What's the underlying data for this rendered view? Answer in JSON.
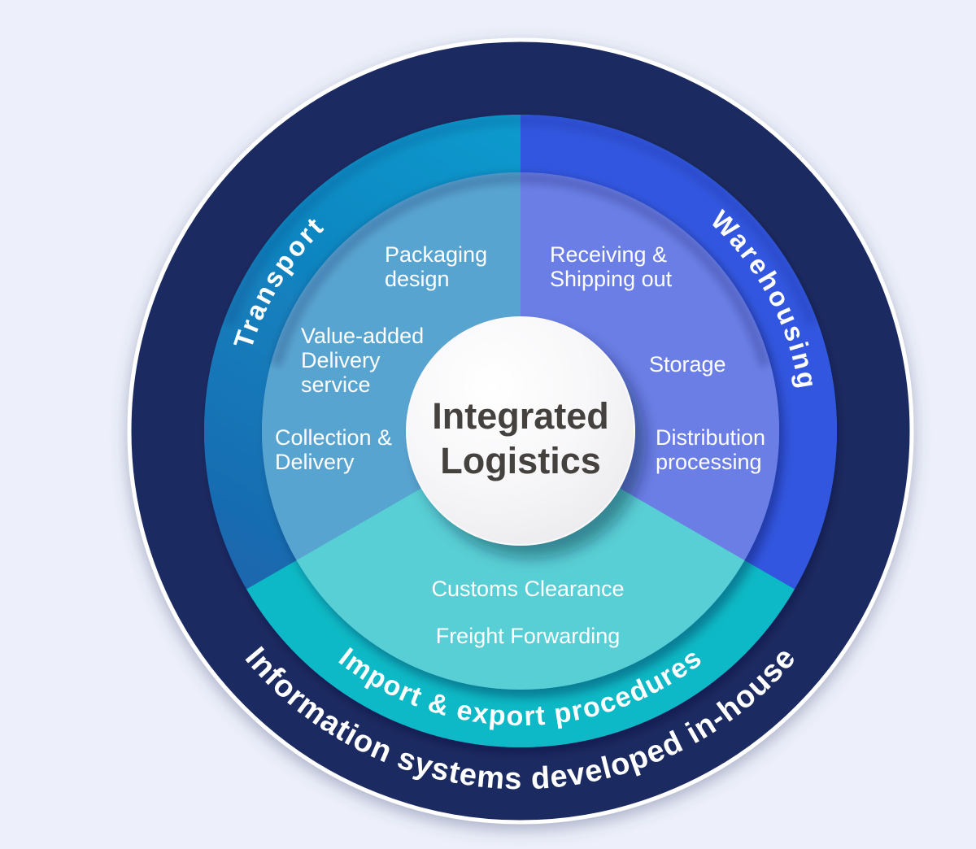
{
  "background": "#edf0fa",
  "colors": {
    "outer_ring": "#1d2a62",
    "outer_ring_outline": "#ffffff",
    "transport_ring_start": "#099bce",
    "transport_ring_end": "#1b66ad",
    "warehousing_ring": "#3056e0",
    "import_ring": "#0eb9c6",
    "transport_inner": "#59a4d1",
    "warehousing_inner": "#6b7ee6",
    "import_inner": "#58cfd5",
    "center_circle": "#f2f2f4",
    "center_text": "#45413e",
    "label_text": "#ffffff"
  },
  "center": {
    "line1": "Integrated",
    "line2": "Logistics"
  },
  "outer": {
    "label": "Information systems developed in-house"
  },
  "sectors": {
    "transport": {
      "label": "Transport",
      "items": [
        {
          "lines": [
            "Packaging",
            "design"
          ]
        },
        {
          "lines": [
            "Value-added",
            "Delivery",
            "service"
          ]
        },
        {
          "lines": [
            "Collection &",
            "Delivery"
          ]
        }
      ]
    },
    "warehousing": {
      "label": "Warehousing",
      "items": [
        {
          "lines": [
            "Receiving &",
            "Shipping out"
          ]
        },
        {
          "lines": [
            "Storage"
          ]
        },
        {
          "lines": [
            "Distribution",
            "processing"
          ]
        }
      ]
    },
    "import_export": {
      "label": "Import & export procedures",
      "items": [
        {
          "lines": [
            "Customs Clearance"
          ]
        },
        {
          "lines": [
            "Freight Forwarding"
          ]
        }
      ]
    }
  }
}
